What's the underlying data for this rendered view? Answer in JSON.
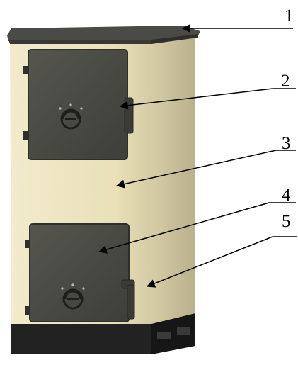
{
  "callouts": [
    {
      "id": "1",
      "label": "1",
      "part": "top-cover"
    },
    {
      "id": "2",
      "label": "2",
      "part": "upper-door"
    },
    {
      "id": "3",
      "label": "3",
      "part": "body-casing"
    },
    {
      "id": "4",
      "label": "4",
      "part": "lower-door"
    },
    {
      "id": "5",
      "label": "5",
      "part": "door-handle"
    }
  ],
  "colors": {
    "casing": "#ece3bd",
    "casing_shade": "#c9c09a",
    "door": "#4b4b48",
    "door_edge": "#2f2f2d",
    "top": "#4a4a47",
    "base": "#1f1f1f",
    "leader_line": "#000000"
  }
}
